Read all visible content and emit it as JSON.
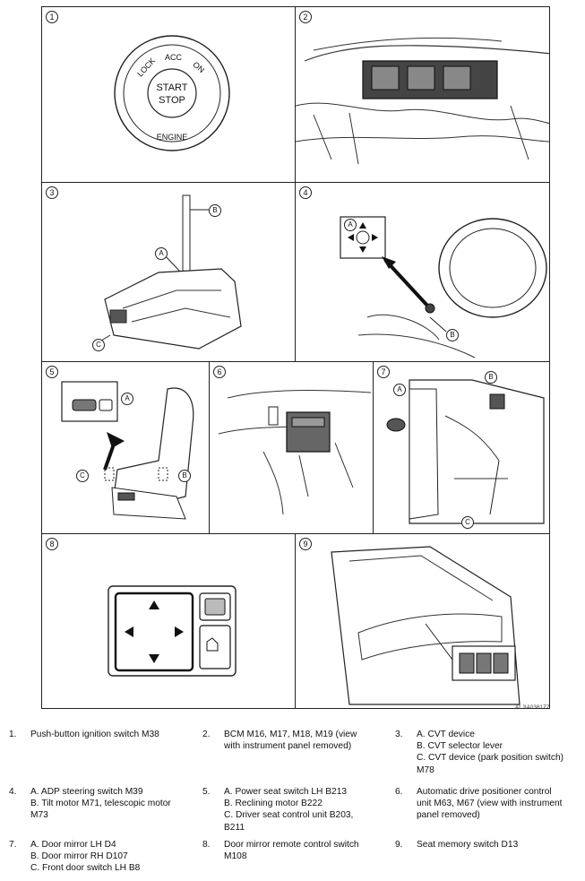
{
  "panels": [
    {
      "number": "1"
    },
    {
      "number": "2"
    },
    {
      "number": "3"
    },
    {
      "number": "4"
    },
    {
      "number": "5"
    },
    {
      "number": "6"
    },
    {
      "number": "7"
    },
    {
      "number": "8"
    },
    {
      "number": "9"
    }
  ],
  "ignition": {
    "lock": "LOCK",
    "acc": "ACC",
    "on": "ON",
    "start": "START",
    "stop": "STOP",
    "engine": "ENGINE"
  },
  "callouts": {
    "p3": [
      "B",
      "A",
      "C"
    ],
    "p4": [
      "A",
      "B"
    ],
    "p5": [
      "A",
      "C",
      "B"
    ],
    "p7": [
      "A",
      "B",
      "C"
    ]
  },
  "figure_ref": "ALJIA0361ZZ",
  "legend": [
    {
      "num": "1.",
      "text": "Push-button ignition switch M38"
    },
    {
      "num": "2.",
      "text": "BCM M16, M17, M18, M19 (view\nwith instrument panel removed)"
    },
    {
      "num": "3.",
      "text": "A. CVT device\nB. CVT selector lever\nC. CVT device (park position switch)\nM78"
    },
    {
      "num": "4.",
      "text": "A. ADP steering switch M39\nB. Tilt motor M71, telescopic motor\nM73"
    },
    {
      "num": "5.",
      "text": "A. Power seat switch LH B213\nB. Reclining motor B222\nC. Driver seat control unit B203,\nB211"
    },
    {
      "num": "6.",
      "text": "Automatic drive positioner control\nunit M63, M67 (view with instrument\npanel removed)"
    },
    {
      "num": "7.",
      "text": "A. Door mirror LH D4\nB. Door mirror RH D107\nC. Front door switch LH B8"
    },
    {
      "num": "8.",
      "text": " Door mirror remote control switch\nM108"
    },
    {
      "num": "9.",
      "text": "Seat memory switch D13"
    }
  ]
}
